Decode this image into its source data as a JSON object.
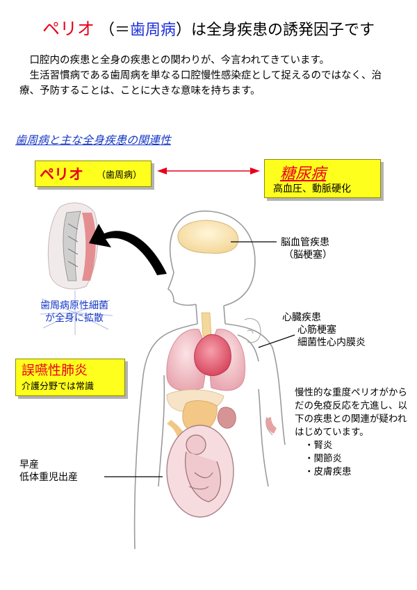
{
  "title": {
    "perio": "ペリオ",
    "paren_open": "（＝",
    "perio_kanji": "歯周病",
    "paren_close": "）",
    "rest": "は全身疾患の誘発因子です"
  },
  "intro": {
    "line1": "口腔内の疾患と全身の疾患との関わりが、今言われてきています。",
    "line2": "生活習慣病である歯周病を単なる口腔慢性感染症として捉えるのではなく、治療、予防することは、ことに大きな意味を持ちます。"
  },
  "section_heading": "歯周病と主な全身疾患の関連性",
  "boxes": {
    "perio": {
      "main": "ペリオ",
      "sub": "（歯周病）"
    },
    "diabetes": {
      "main": "糖尿病",
      "sub": "高血圧、動脈硬化"
    },
    "aspiration": {
      "main": "誤嚥性肺炎",
      "sub": "介護分野では常識"
    }
  },
  "labels": {
    "bacteria_line1": "歯周病原性細菌",
    "bacteria_line2": "が全身に拡散",
    "brain_line1": "脳血管疾患",
    "brain_line2": "（脳梗塞）",
    "heart_line1": "心臓疾患",
    "heart_line2": "心筋梗塞",
    "heart_line3": "細菌性心内膜炎",
    "birth_line1": "早産",
    "birth_line2": "低体重児出産"
  },
  "note": {
    "text": "慢性的な重度ペリオがからだの免疫反応を亢進し、以下の疾患との関連が疑われはじめています。",
    "items": [
      "腎炎",
      "関節炎",
      "皮膚疾患"
    ]
  },
  "colors": {
    "title_red": "#e8001a",
    "title_blue": "#1a2bd8",
    "highlight_yellow": "#ffff1e",
    "heading_blue": "#1638c8"
  }
}
